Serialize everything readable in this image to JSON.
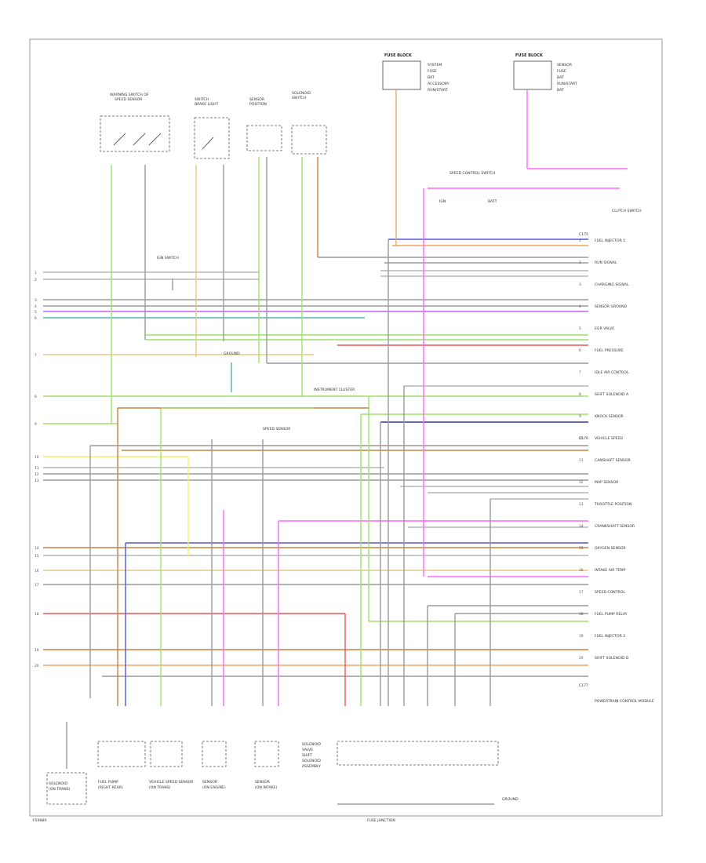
{
  "frame": {
    "footer_left": "F59980",
    "footer_center": "FUSE JUNCTION"
  },
  "colors": {
    "black_gray": "#9a9a9a",
    "gray": "#b5b5b5",
    "light_green": "#9fe06a",
    "orange": "#f4a460",
    "pink": "#ff66ff",
    "violet": "#bb66ff",
    "blue": "#5555dd",
    "yellow": "#f2f26a",
    "red": "#ee5555",
    "brown": "#c88040",
    "tan": "#e6c889",
    "teal": "#55b0b0",
    "dark_blue": "#3333bb"
  },
  "top_components": [
    {
      "name": "WARNING SWITCH OF",
      "sub": "SPEED SENSOR"
    },
    {
      "name": "SWITCH",
      "sub": "BRAKE LIGHT"
    },
    {
      "name": "SENSOR",
      "sub": "POSITION"
    },
    {
      "name": "SOLENOID",
      "sub": "SWITCH"
    }
  ],
  "fuse_boxes": [
    {
      "title": "FUSE BLOCK",
      "lines": [
        "SYSTEM",
        "FUSE",
        "BAT",
        "ACCESSORY",
        "RUN/START"
      ]
    },
    {
      "title": "FUSE BLOCK",
      "lines": [
        "SENSOR",
        "FUSE",
        "BAT",
        "RUN/START",
        "BAT"
      ]
    }
  ],
  "relay_labels": [
    "SPEED CONTROL SWITCH",
    "IGN",
    "BATT",
    "CLUTCH SWITCH"
  ],
  "left_pins": [
    "1",
    "2",
    "3",
    "4",
    "5",
    "6",
    "7",
    "8",
    "9",
    "10",
    "11",
    "12",
    "13",
    "14",
    "15",
    "16",
    "17",
    "18",
    "19",
    "20"
  ],
  "right_labels": [
    "FUEL INJECTOR 1",
    "RUN SIGNAL",
    "CHARGING SIGNAL",
    "SENSOR GROUND",
    "EGR VALVE",
    "FUEL PRESSURE",
    "IDLE AIR CONTROL",
    "SHIFT SOLENOID A",
    "KNOCK SENSOR",
    "VEHICLE SPEED",
    "CAMSHAFT SENSOR",
    "MAP SENSOR",
    "THROTTLE POSITION",
    "CRANKSHAFT SENSOR",
    "OXYGEN SENSOR",
    "INTAKE AIR TEMP",
    "SPEED CONTROL",
    "FUEL PUMP RELAY",
    "FUEL INJECTOR 2",
    "SHIFT SOLENOID B"
  ],
  "right_footer": "POWERTRAIN CONTROL MODULE",
  "right_tags": [
    "C175",
    "C176",
    "C177"
  ],
  "mid_labels": [
    "INSTRUMENT CLUSTER",
    "SPEED SENSOR",
    "IGN SWITCH",
    "GROUND"
  ],
  "bottom_components": [
    {
      "name": "FUEL PUMP",
      "sub": "(RIGHT REAR)"
    },
    {
      "name": "VEHICLE SPEED SENSOR",
      "sub": "(ON TRANS)"
    },
    {
      "name": "SENSOR",
      "sub": "(ON ENGINE)"
    },
    {
      "name": "SENSOR",
      "sub": "(ON INTAKE)"
    },
    {
      "name": "SOLENOID",
      "sub": "(ON TRANS)"
    }
  ],
  "bottom_right_box": [
    "SOLENOID",
    "VALVE",
    "SHIFT",
    "SOLENOID",
    "ASSEMBLY"
  ],
  "bottom_right_tag": "GROUND"
}
